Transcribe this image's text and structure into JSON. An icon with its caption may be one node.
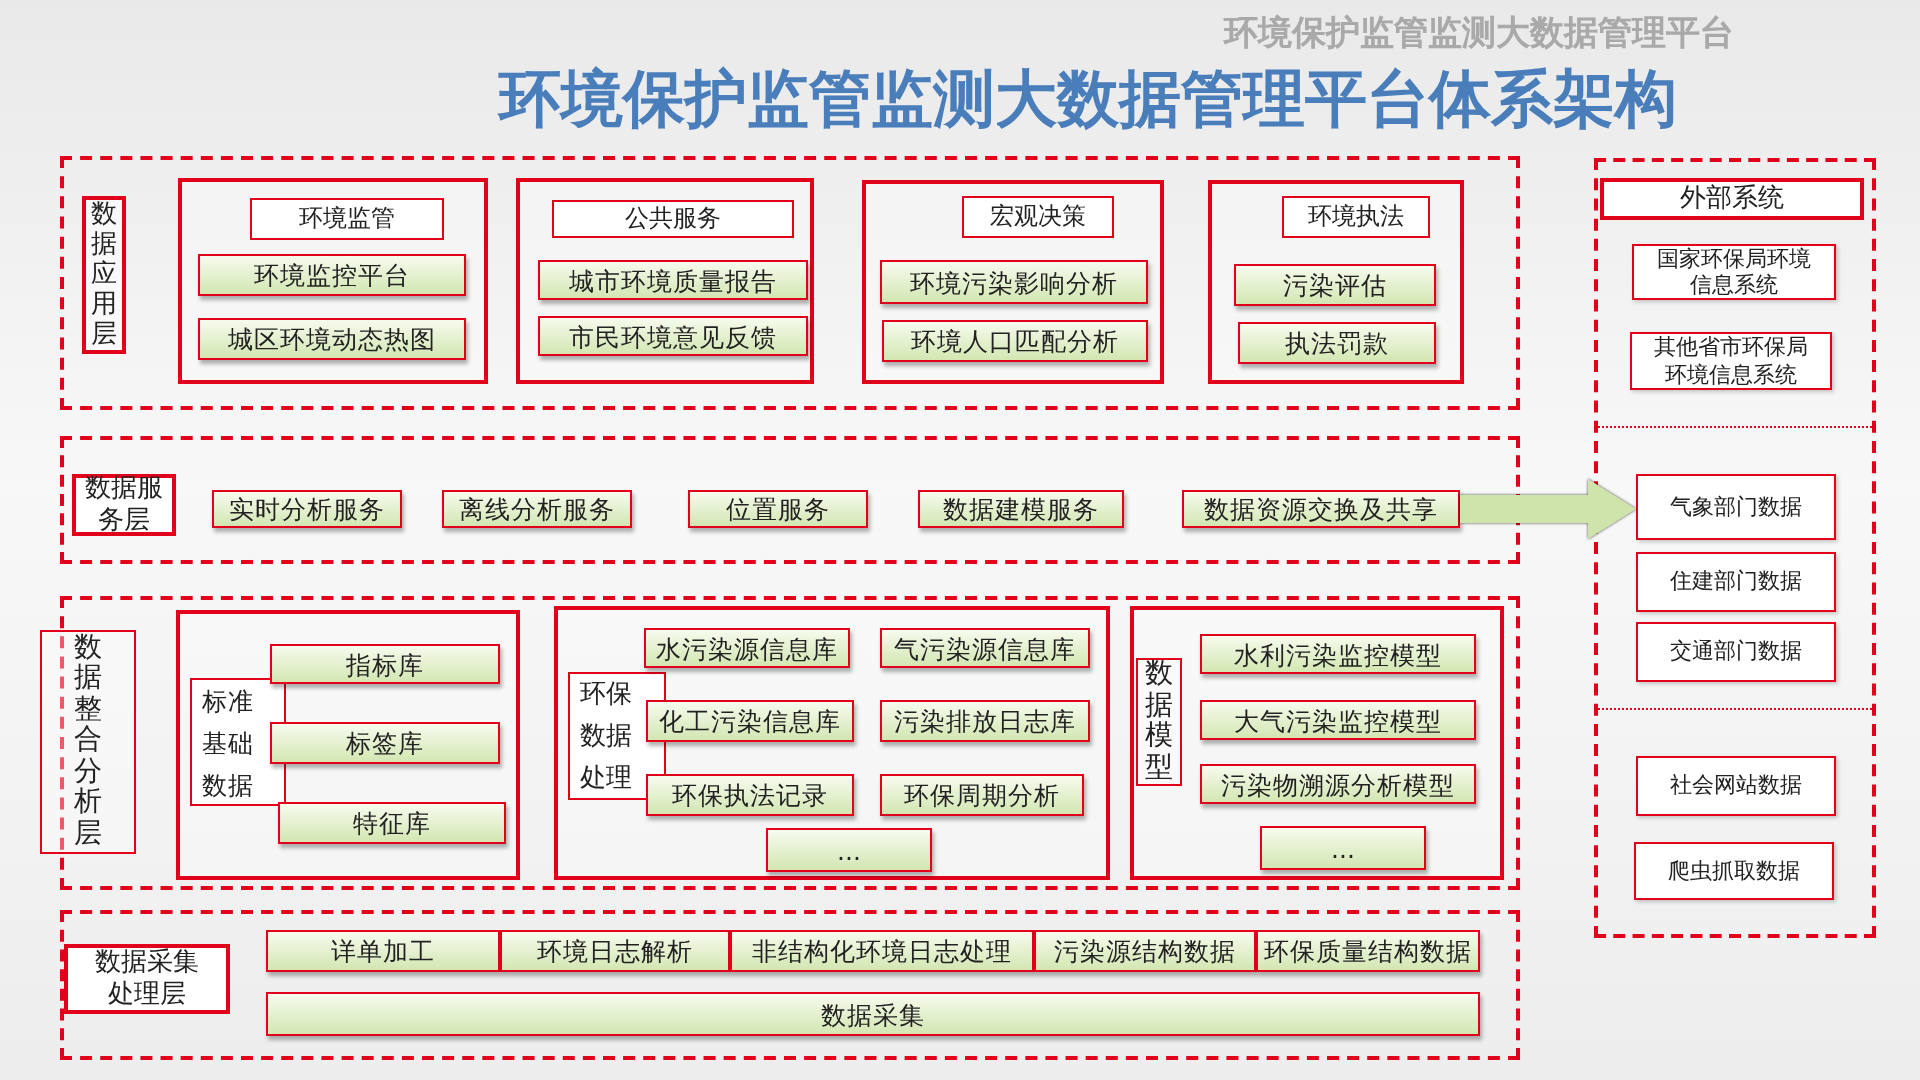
{
  "diagram": {
    "title": "环境保护监管监测大数据管理平台体系架构",
    "nodes": [
      {
        "text": [],
        "shape": "box"
      },
      {
        "text": [
          "数据应用层"
        ],
        "in": 0
      },
      {
        "text": [],
        "shape": "box",
        "in": 0
      },
      {
        "text": [
          "环境监管"
        ],
        "in": 2
      },
      {
        "text": [
          "环境监控平台"
        ],
        "in": 2
      },
      {
        "text": [
          "城区环境动态热图"
        ],
        "in": 2
      },
      {
        "text": [],
        "shape": "box",
        "in": 0
      },
      {
        "text": [
          "公共服务"
        ],
        "in": 6
      },
      {
        "text": [
          "城市环境质量报告"
        ],
        "in": 6
      },
      {
        "text": [
          "市民环境意见反馈"
        ],
        "in": 6
      },
      {
        "text": [],
        "shape": "box",
        "in": 0
      },
      {
        "text": [
          "宏观决策"
        ],
        "in": 10
      },
      {
        "text": [
          "环境污染影响分析"
        ],
        "in": 10
      },
      {
        "text": [
          "环境人口匹配分析"
        ],
        "in": 10
      },
      {
        "text": [],
        "shape": "box",
        "in": 0
      },
      {
        "text": [
          "环境执法"
        ],
        "in": 14
      },
      {
        "text": [
          "污染评估"
        ],
        "in": 14
      },
      {
        "text": [
          "执法罚款"
        ],
        "in": 14
      },
      {
        "text": [],
        "shape": "box"
      },
      {
        "text": [
          "外部系统"
        ],
        "in": 18
      },
      {
        "text": [
          "国家环保局环境信息系统"
        ],
        "in": 18
      },
      {
        "text": [
          "其他省市环保局环境信息系统"
        ],
        "in": 18
      },
      {
        "text": [
          "气象部门数据"
        ],
        "in": 18
      },
      {
        "text": [
          "住建部门数据"
        ],
        "in": 18
      },
      {
        "text": [
          "交通部门数据"
        ],
        "in": 18
      },
      {
        "text": [
          "社会网站数据"
        ],
        "in": 18
      },
      {
        "text": [
          "爬虫抓取数据"
        ],
        "in": 18
      },
      {
        "text": [],
        "shape": "box"
      },
      {
        "text": [
          "数据服务层"
        ],
        "in": 27
      },
      {
        "text": [
          "实时分析服务"
        ],
        "in": 27
      },
      {
        "text": [
          "离线分析服务"
        ],
        "in": 27
      },
      {
        "text": [
          "位置服务"
        ],
        "in": 27
      },
      {
        "text": [
          "数据建模服务"
        ],
        "in": 27
      },
      {
        "text": [
          "数据资源交换及共享"
        ],
        "in": 27
      },
      {
        "text": [],
        "shape": "box"
      },
      {
        "text": [
          "数据整合分析层"
        ]
      },
      {
        "text": [],
        "shape": "box",
        "in": 34
      },
      {
        "text": [
          "标准基础数据"
        ],
        "in": 36
      },
      {
        "text": [
          "指标库"
        ],
        "in": 36
      },
      {
        "text": [
          "标签库"
        ],
        "in": 36
      },
      {
        "text": [
          "特征库"
        ],
        "in": 36
      },
      {
        "text": [],
        "shape": "box",
        "in": 34
      },
      {
        "text": [
          "环保数据处理"
        ],
        "in": 41
      },
      {
        "text": [
          "水污染源信息库"
        ],
        "in": 41
      },
      {
        "text": [
          "气污染源信息库"
        ],
        "in": 41
      },
      {
        "text": [
          "化工污染信息库"
        ],
        "in": 41
      },
      {
        "text": [
          "污染排放日志库"
        ],
        "in": 41
      },
      {
        "text": [
          "环保执法记录"
        ],
        "in": 41
      },
      {
        "text": [
          "环保周期分析"
        ],
        "in": 41
      },
      {
        "text": [
          "..."
        ],
        "in": 41
      },
      {
        "text": [],
        "shape": "box",
        "in": 34
      },
      {
        "text": [
          "数据模型"
        ],
        "in": 50
      },
      {
        "text": [
          "水利污染监控模型"
        ],
        "in": 50
      },
      {
        "text": [
          "大气污染监控模型"
        ],
        "in": 50
      },
      {
        "text": [
          "污染物溯源分析模型"
        ],
        "in": 50
      },
      {
        "text": [
          "..."
        ],
        "in": 50
      },
      {
        "text": [],
        "shape": "box"
      },
      {
        "text": [
          "数据采集处理层"
        ],
        "in": 56
      },
      {
        "text": [
          "详单加工"
        ],
        "in": 56
      },
      {
        "text": [
          "环境日志解析"
        ],
        "in": 56
      },
      {
        "text": [
          "非结构化环境日志处理"
        ],
        "in": 56
      },
      {
        "text": [
          "污染源结构数据"
        ],
        "in": 56
      },
      {
        "text": [
          "环保质量结构数据"
        ],
        "in": 56
      },
      {
        "text": [
          "数据采集"
        ],
        "in": 56
      }
    ],
    "edges": [
      {
        "from": 33,
        "to": 22,
        "arrow": "to"
      }
    ],
    "labels": [
      "环境保护监管监测大数据管理平台"
    ]
  }
}
